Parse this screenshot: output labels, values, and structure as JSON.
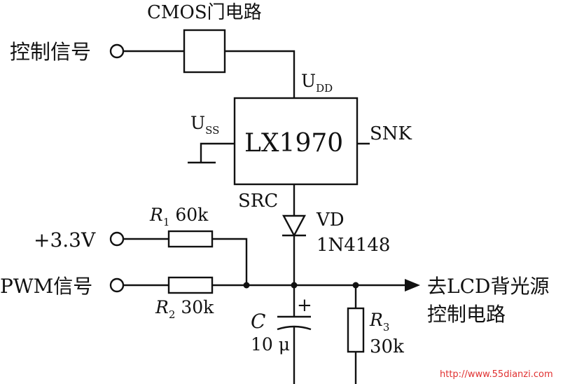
{
  "labels": {
    "cmos": "CMOS门电路",
    "control_signal": "控制信号",
    "udd": "U",
    "udd_sub": "DD",
    "uss": "U",
    "uss_sub": "SS",
    "ic": "LX1970",
    "snk": "SNK",
    "src": "SRC",
    "vd": "VD",
    "vd_part": "1N4148",
    "v33": "+3.3V",
    "r1": "R",
    "r1_sub": "1",
    "r1_val": "60k",
    "pwm": "PWM信号",
    "r2": "R",
    "r2_sub": "2",
    "r2_val": "30k",
    "out1": "去LCD背光源",
    "out2": "控制电路",
    "cap_plus": "+",
    "cap": "C",
    "cap_val": "10 μ",
    "r3": "R",
    "r3_sub": "3",
    "r3_val": "30k",
    "watermark": "http://www.55dianzi.com"
  },
  "colors": {
    "ink": "#111111",
    "watermark": "#e03030"
  }
}
